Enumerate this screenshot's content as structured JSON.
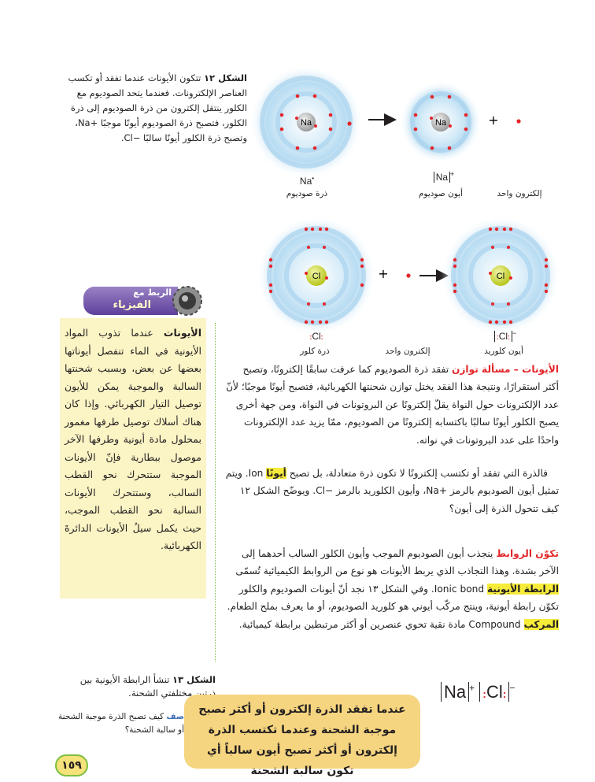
{
  "figure12": {
    "label": "الشكل ١٢",
    "caption": "تتكون الأيونات عندما تفقد أو تكسب العناصر الإلكترونات. فعندما يتحد الصوديوم مع الكلور ينتقل إلكترون من ذرة الصوديوم إلى ذرة الكلور، فتصبح ذرة الصوديوم أيونًا موجبًا +Na، وتصبح ذرة الكلور أيونًا سالبًا −Cl.",
    "na_atom_symbol": "Na",
    "na_atom_label": "ذرة صوديوم",
    "na_ion_symbol": "Na",
    "na_ion_charge": "+",
    "na_ion_label": "أيون صوديوم",
    "electron_label_top": "إلكترون واحد",
    "plus_sign": "+",
    "cl_atom_symbol": "Cl",
    "cl_atom_label": "ذرة كلور",
    "electron_label_bottom": "إلكترون واحد",
    "cl_ion_symbol": "Cl",
    "cl_ion_charge": "−",
    "cl_ion_label": "أيون كلوريد"
  },
  "sidebar": {
    "banner_top": "الربط مع",
    "banner_bottom": "الفيزياء",
    "lead": "الأيونات",
    "text": " عندما تذوب المواد الأيونية في الماء تنفصل أيوناتها بعضها عن بعض، وبسبب شحنتها السالبة والموجبة يمكن للأيون توصيل التيار الكهربائي. وإذا كان هناك أسلاك توصيل طرفها مغمور بمحلول مادة أيونية وطرفها الآخر موصول ببطارية فإنّ الأيونات الموجبة ستتحرك نحو القطب السالب، وستتحرك الأيونات السالبة نحو القطب الموجب، حيث يكمل سيلُ الأيونات الدائرةَ الكهربائية."
  },
  "section_ions": {
    "heading": "الأيونات – مسألة توازن",
    "p1": " تفقد ذرة الصوديوم كما عرفت سابقًا إلكترونًا، وتصبح أكثر استقرارًا، ونتيجة هذا الفقد يختل توازن شحنتها الكهربائية، فتصبح أيونًا موجبًا؛ لأنّ عدد الإلكترونات حول النواة يقلّ إلكترونًا عن البروتونات في النواة، ومن جهة أخرى يصبح الكلور أيونًا سالبًا باكتسابه إلكترونًا من الصوديوم، ممّا يزيد عدد الإلكترونات واحدًا على عدد البروتونات في نواته.",
    "p2_a": "فالذرة التي تفقد أو تكتسب إلكترونًا لا تكون ذرة متعادلة، بل تصبح ",
    "p2_term": "أيونًا",
    "p2_b": " Ion. ويتم تمثيل أيون الصوديوم بالرمز +Na، وأيون الكلوريد بالرمز −Cl. ويوضّح الشكل ١٢ كيف تتحول الذرة إلى أيون؟"
  },
  "section_bonds": {
    "heading": "تكوّن الروابط",
    "p1": " ينجذب أيون الصوديوم الموجب وأيون الكلور السالب أحدهما إلى الآخر بشدة. وهذا التجاذب الذي يربط الأيونات هو نوع من الروابط الكيميائية تُسمّى ",
    "term_bond": "الرابطة الأيونية",
    "p1_b": " Ionic bond. وفي الشكل ١٣ نجد أنّ أيونات الصوديوم والكلور تكوّن رابطة أيونية، وينتج مركّب أيوني هو كلوريد الصوديوم، أو ما يعرف بملح الطعام. ",
    "term_compound": "المركب",
    "p1_c": " Compound مادة نقية تحوي عنصرين أو أكثر مرتبطين برابطة كيميائية."
  },
  "figure13": {
    "label": "الشكل ١٣",
    "caption": "تنشأ الرابطة الأيونية بين ذرتين مختلفتي الشحنة.",
    "question_label": "صف",
    "question": " كيف تصبح الذرة موجبة الشحنة أو سالبة الشحنة؟",
    "na_symbol": "Na",
    "na_charge": "+",
    "cl_symbol": "Cl",
    "cl_charge": "−"
  },
  "callout": {
    "text": "عندما تفقد الذرة إلكترون أو أكثر تصبح موجبة الشحنة وعندما تكتسب الذرة إلكترون أو أكثر تصبح أيون سالباً أي تكون سالبة الشحنة"
  },
  "page_number": "١٥٩",
  "colors": {
    "accent_red": "#e3262a",
    "highlight_yellow": "#f7ec3a",
    "sidebar_bg": "#fbf4c5",
    "banner_purple": "#6b4aa6",
    "callout_bg": "#f6d580"
  }
}
